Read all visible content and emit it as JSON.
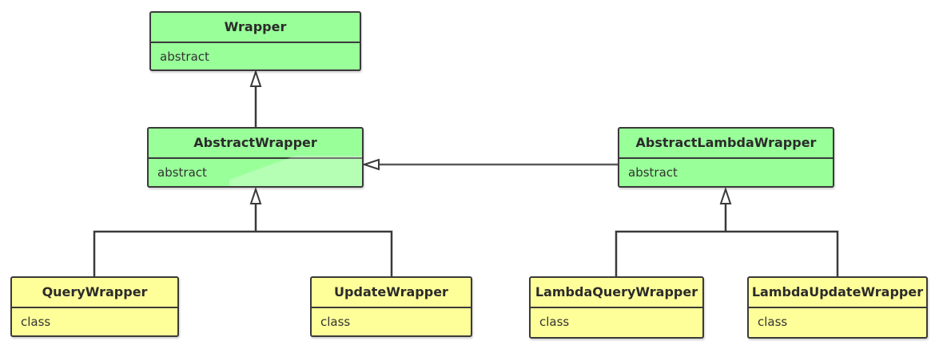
{
  "diagram": {
    "nodes": [
      {
        "id": "wrapper",
        "name": "Wrapper",
        "stereotype": "abstract",
        "color": "#99ff99"
      },
      {
        "id": "abstract-wrapper",
        "name": "AbstractWrapper",
        "stereotype": "abstract",
        "color": "#99ff99"
      },
      {
        "id": "abstract-lambda-wrapper",
        "name": "AbstractLambdaWrapper",
        "stereotype": "abstract",
        "color": "#99ff99"
      },
      {
        "id": "query-wrapper",
        "name": "QueryWrapper",
        "stereotype": "class",
        "color": "#ffff99"
      },
      {
        "id": "update-wrapper",
        "name": "UpdateWrapper",
        "stereotype": "class",
        "color": "#ffff99"
      },
      {
        "id": "lambda-query-wrapper",
        "name": "LambdaQueryWrapper",
        "stereotype": "class",
        "color": "#ffff99"
      },
      {
        "id": "lambda-update-wrapper",
        "name": "LambdaUpdateWrapper",
        "stereotype": "class",
        "color": "#ffff99"
      }
    ],
    "edges": [
      {
        "from": "abstract-wrapper",
        "to": "wrapper",
        "type": "generalization"
      },
      {
        "from": "abstract-lambda-wrapper",
        "to": "abstract-wrapper",
        "type": "generalization"
      },
      {
        "from": "query-wrapper",
        "to": "abstract-wrapper",
        "type": "generalization"
      },
      {
        "from": "update-wrapper",
        "to": "abstract-wrapper",
        "type": "generalization"
      },
      {
        "from": "lambda-query-wrapper",
        "to": "abstract-lambda-wrapper",
        "type": "generalization"
      },
      {
        "from": "lambda-update-wrapper",
        "to": "abstract-lambda-wrapper",
        "type": "generalization"
      }
    ],
    "line_color": "#3a3a3a"
  }
}
